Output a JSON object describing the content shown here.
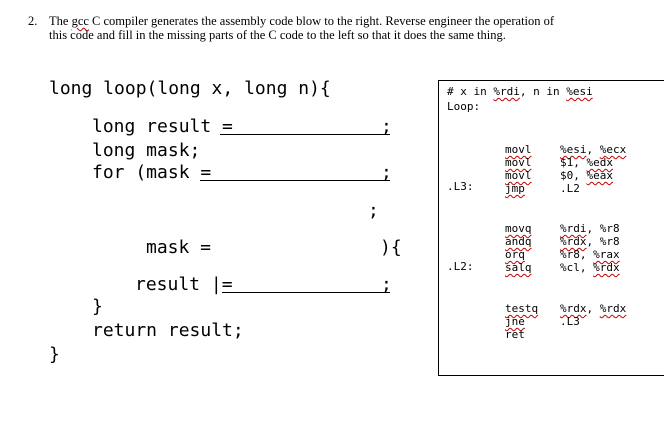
{
  "problem": {
    "number": "2.",
    "text_before": "The ",
    "gcc_word": "gcc",
    "text_after": " C compiler generates the assembly code blow to the right. Reverse engineer the operation of this code and fill in the missing parts of the C code to the left so that it does the same thing."
  },
  "c_code": {
    "signature": "long loop(long x, long n){",
    "line_result": "long result =",
    "line_result_semi": ";",
    "line_mask": "long mask;",
    "line_for": "for (mask =",
    "line_for_semi": ";",
    "line_cond_semi": ";",
    "line_update": "mask =",
    "line_update_end": "){",
    "line_body": "result |=",
    "line_body_semi": ";",
    "inner_close": "}",
    "return_stmt": "return result;",
    "outer_close": "}"
  },
  "assembly": {
    "comment_prefix": "# x in ",
    "comment_rdi": "%rdi",
    "comment_mid": ", n in ",
    "comment_esi": "%esi",
    "labels": {
      "loop": "Loop:",
      "l3": ".L3:",
      "l2": ".L2:"
    },
    "block1": [
      {
        "op": "movl",
        "arg1": "%esi",
        "sep": ", ",
        "arg2": "%ecx"
      },
      {
        "op": "movl",
        "arg1": "$1",
        "sep": ", ",
        "arg2": "%edx"
      },
      {
        "op": "movl",
        "arg1": "$0",
        "sep": ", ",
        "arg2": "%eax"
      },
      {
        "op": "jmp",
        "arg1": ".L2",
        "sep": "",
        "arg2": ""
      }
    ],
    "block2": [
      {
        "op": "movq",
        "arg1": "%rdi",
        "sep": ", ",
        "arg2": "%r8"
      },
      {
        "op": "andq",
        "arg1": "%rdx",
        "sep": ", ",
        "arg2": "%r8"
      },
      {
        "op": "orq",
        "arg1": "%r8",
        "sep": ", ",
        "arg2": "%rax"
      },
      {
        "op": "salq",
        "arg1": "%cl",
        "sep": ", ",
        "arg2": "%rdx"
      }
    ],
    "block3": [
      {
        "op": "testq",
        "arg1": "%rdx",
        "sep": ", ",
        "arg2": "%rdx"
      },
      {
        "op": "jne",
        "arg1": ".L3",
        "sep": "",
        "arg2": ""
      },
      {
        "op": "ret",
        "arg1": "",
        "sep": "",
        "arg2": ""
      }
    ]
  }
}
